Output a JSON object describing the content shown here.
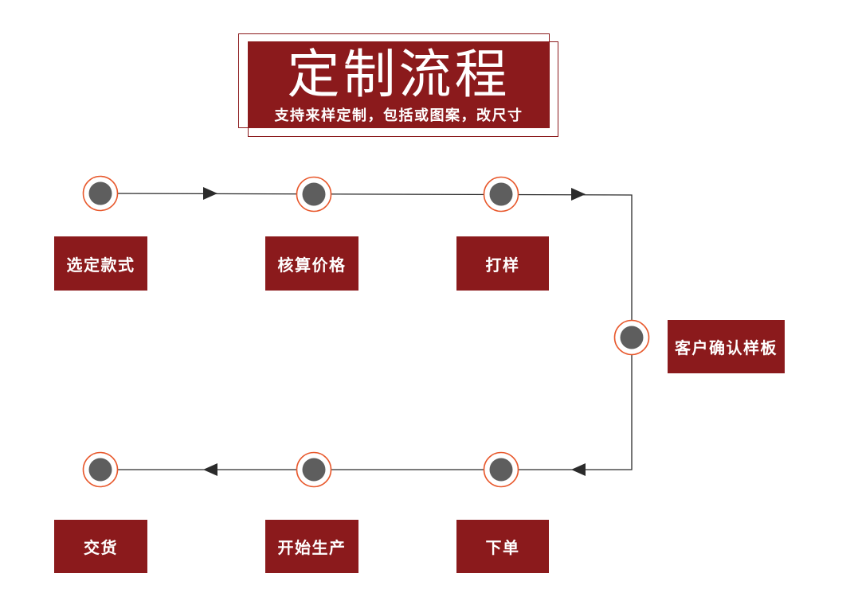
{
  "title": "定制流程",
  "subtitle": "支持来样定制，包括或图案，改尺寸",
  "steps": [
    "选定款式",
    "核算价格",
    "打样",
    "客户确认样板",
    "下单",
    "开始生产",
    "交货"
  ],
  "colors": {
    "primary": "#8b1a1c",
    "node_ring": "#e8582c",
    "node_fill": "#5e5e5e",
    "connector": "#2b2b2b"
  }
}
